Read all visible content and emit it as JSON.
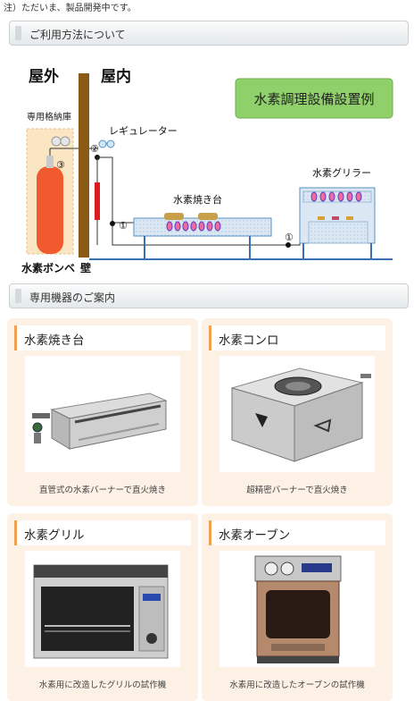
{
  "note": "注）ただいま、製品開発中です。",
  "sections": {
    "usage": "ご利用方法について",
    "equipment": "専用機器のご案内"
  },
  "diagram": {
    "outdoor": "屋外",
    "indoor": "屋内",
    "storage": "専用格納庫",
    "regulator": "レギュレーター",
    "cylinder": "水素ボンベ",
    "wall": "壁",
    "yakidai": "水素焼き台",
    "griller": "水素グリラー",
    "badge": "水素調理設備設置例",
    "markers": [
      "①",
      "②",
      "③"
    ]
  },
  "products": [
    {
      "name": "水素焼き台",
      "caption": "直管式の水素バーナーで直火焼き"
    },
    {
      "name": "水素コンロ",
      "caption": "超精密バーナーで直火焼き"
    },
    {
      "name": "水素グリル",
      "caption": "水素用に改造したグリルの試作機"
    },
    {
      "name": "水素オーブン",
      "caption": "水素用に改造したオーブンの試作機"
    }
  ],
  "colors": {
    "cylinder": "#f05a2e",
    "wall": "#8b5a14",
    "badge_bg": "#8fd06a",
    "card_bg": "#fdf1e6",
    "card_accent": "#f0a050",
    "pipe": "#3a6fb0"
  }
}
